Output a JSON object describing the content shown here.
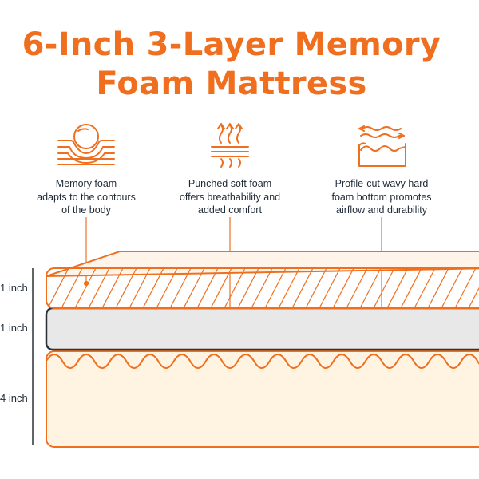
{
  "title": {
    "line1": "6-Inch 3-Layer Memory",
    "line2": "Foam Mattress"
  },
  "colors": {
    "accent": "#ef6f1f",
    "top_layer_fill": "#fde9d6",
    "middle_layer_fill": "#e8e8e8",
    "bottom_layer_fill": "#fff3e2",
    "outline_dark": "#2d3136"
  },
  "features": [
    {
      "icon": "memory-foam-icon",
      "lines": [
        "Memory foam",
        "adapts to the contours",
        "of the body"
      ]
    },
    {
      "icon": "breathable-foam-icon",
      "lines": [
        "Punched soft foam",
        "offers breathability and",
        "added comfort"
      ]
    },
    {
      "icon": "wavy-foam-icon",
      "lines": [
        "Profile-cut wavy hard",
        "foam bottom promotes",
        "airflow and durability"
      ]
    }
  ],
  "layers": [
    {
      "name": "top-memory-foam-layer",
      "thickness_label": "1 inch"
    },
    {
      "name": "middle-soft-foam-layer",
      "thickness_label": "1 inch"
    },
    {
      "name": "bottom-wavy-foam-layer",
      "thickness_label": "4 inch"
    }
  ]
}
